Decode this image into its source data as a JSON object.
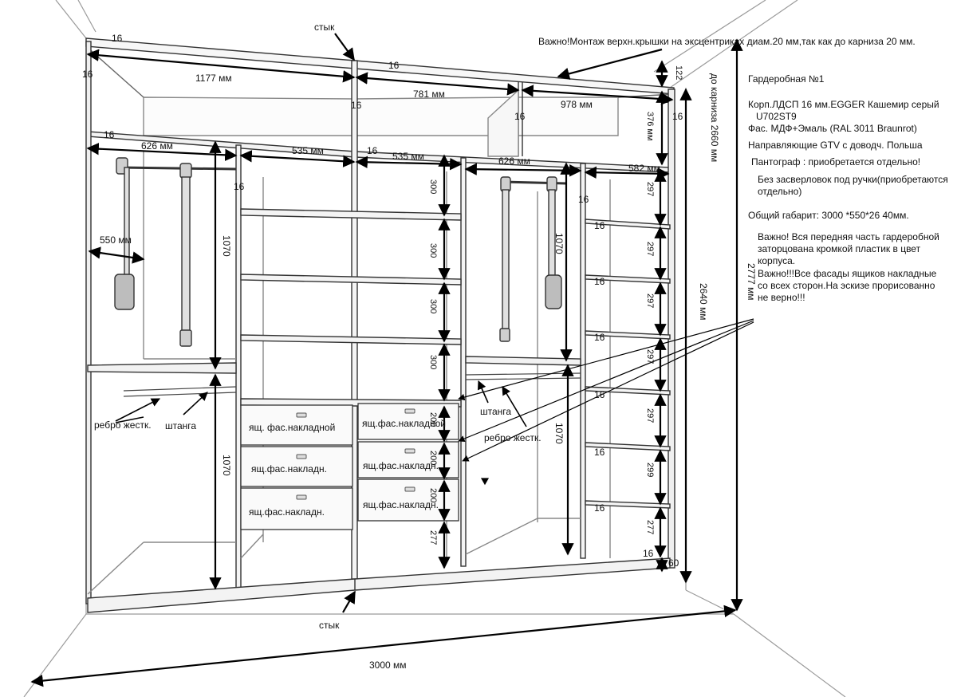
{
  "top_note": "Важно!Монтаж верхн.крышки на эксцентриках  диам.20 мм,так как до карниза 20 мм.",
  "joint_top": "стык",
  "joint_bottom": "стык",
  "overall_width": "3000 мм",
  "height_to_cornice": "до карниза 2660 мм",
  "room_height": "2777 мм",
  "body_height": "2640 мм",
  "side_notes": {
    "title": "Гардеробная №1",
    "body_material_1": "Корп.ЛДСП 16 мм.EGGER  Кашемир серый",
    "body_material_2": "U702ST9",
    "facade": "Фас. МДФ+Эмаль    (RAL 3011 Braunrot)",
    "guides": "Направляющие GTV с доводч. Польша",
    "pantograph": "Пантограф :  приобретается отдельно!",
    "handles": "Без засверловок под ручки(приобретаются отдельно)",
    "total_size": "Общий габарит: 3000  *550*26 40мм.",
    "edge_note": "Важно! Вся передняя часть гардеробной заторцована кромкой пластик в цвет корпуса.",
    "drawer_note": "Важно!!!Все фасады ящиков накладные со всех сторон.На эскизе прорисованно не верно!!!"
  },
  "labels": {
    "rib": "ребро жестк.",
    "rod": "штанга",
    "drawer_overlay": "ящ. фас.накладной",
    "drawer_overlay_short": "ящ.фас.накладн.",
    "drawer_overlay_2": "ящ.фас.накладной",
    "depth_550": "550 мм"
  },
  "dimensions": {
    "w_1177": "1177 мм",
    "w_781": "781 мм",
    "w_978": "978 мм",
    "w_626_left": "626 мм",
    "w_535_a": "535 мм",
    "w_535_b": "535 мм",
    "w_626_right": "626 мм",
    "w_582": "582 мм",
    "h_376": "376  мм",
    "h_122": "122",
    "h_1070": "1070",
    "h_300": "300",
    "h_200": "200",
    "h_277": "277",
    "h_297": "297",
    "h_299": "299",
    "h_60": "60",
    "t_16": "16"
  }
}
